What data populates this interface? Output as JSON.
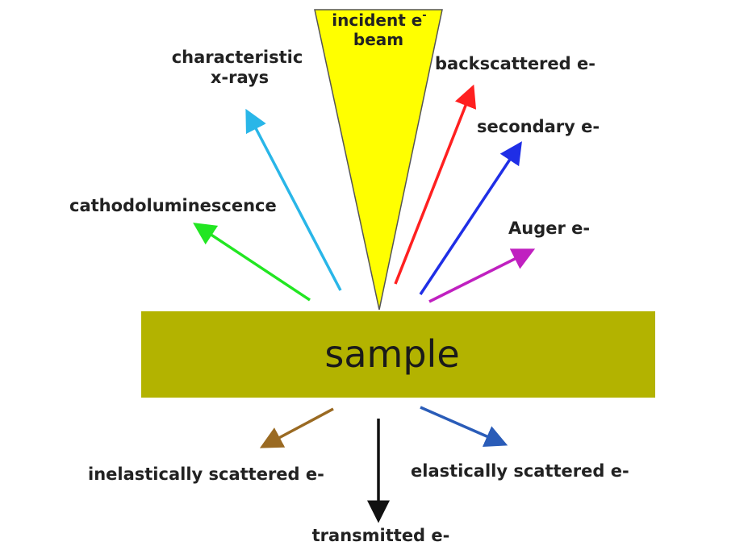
{
  "beam": {
    "label_line1": "incident e",
    "label_line1_sup": "-",
    "label_line2": "beam",
    "color": "#ffff00"
  },
  "sample": {
    "label": "sample",
    "color": "#b3b300"
  },
  "signals": {
    "characteristic_xrays": {
      "line1": "characteristic",
      "line2": "x-rays",
      "color": "#29b6e8"
    },
    "cathodoluminescence": {
      "label": "cathodoluminescence",
      "color": "#22e622"
    },
    "backscattered": {
      "label": "backscattered e-",
      "color": "#ff2020"
    },
    "secondary": {
      "label": "secondary e-",
      "color": "#1f2ee6"
    },
    "auger": {
      "label": "Auger e-",
      "color": "#c020c0"
    },
    "inelastic": {
      "label": "inelastically scattered e-",
      "color": "#9a6a22"
    },
    "elastic": {
      "label": "elastically scattered e-",
      "color": "#2a5cb8"
    },
    "transmitted": {
      "label": "transmitted e-",
      "color": "#111111"
    }
  }
}
